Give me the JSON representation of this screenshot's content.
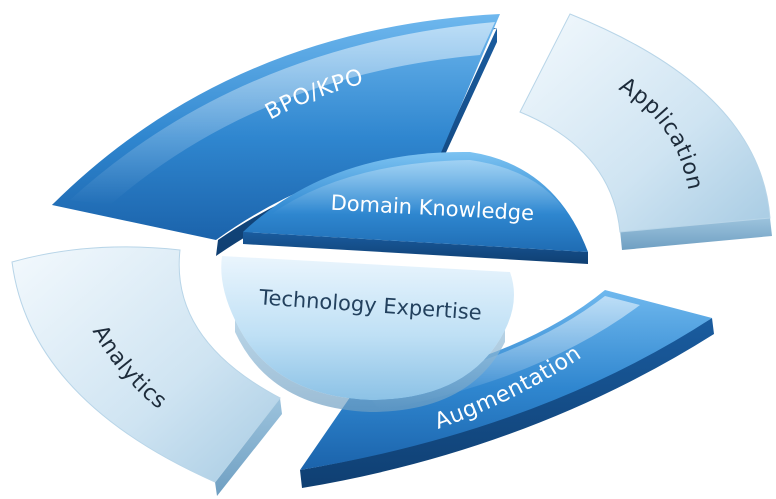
{
  "colors": {
    "dark_blue_top": "#5aa9e6",
    "dark_blue_bottom": "#1f6fba",
    "light_blue_top": "#e6f1f8",
    "light_blue_bottom": "#a9cde4",
    "text_light": "#ffffff",
    "text_dark": "#1d2b3a"
  },
  "diagram": {
    "segments": [
      {
        "id": "bpo",
        "label": "BPO/KPO",
        "style": "dark"
      },
      {
        "id": "application",
        "label": "Application",
        "style": "light"
      },
      {
        "id": "augmentation",
        "label": "Augmentation",
        "style": "dark"
      },
      {
        "id": "analytics",
        "label": "Analytics",
        "style": "light"
      }
    ],
    "core": {
      "top": {
        "label": "Domain Knowledge",
        "style": "dark"
      },
      "bottom": {
        "label": "Technology Expertise",
        "style": "light"
      }
    }
  }
}
